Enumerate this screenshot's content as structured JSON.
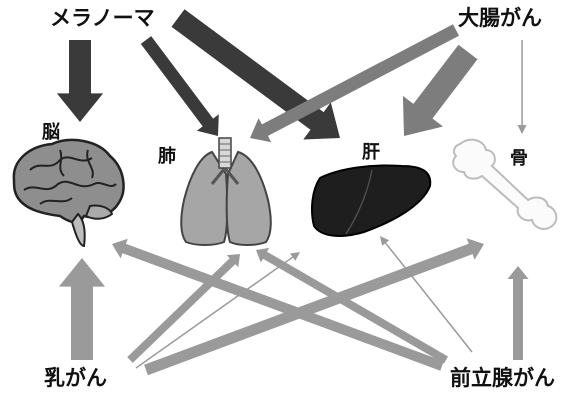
{
  "sources": {
    "melanoma": "メラノーマ",
    "colon_cancer": "大腸がん",
    "breast_cancer": "乳がん",
    "prostate_cancer": "前立腺がん"
  },
  "organs": {
    "brain": "脳",
    "lung": "肺",
    "liver": "肝",
    "bone": "骨"
  },
  "colors": {
    "dark_arrow": "#3a3a3a",
    "mid_arrow": "#7d7d7d",
    "light_arrow": "#9a9a9a",
    "brain_fill": "#8e8e8e",
    "lung_fill": "#a6a6a6",
    "liver_fill": "#1e1e1e",
    "bone_fill": "#fbfbfb"
  },
  "icons": [
    "brain-icon",
    "lungs-icon",
    "liver-icon",
    "bone-icon"
  ]
}
